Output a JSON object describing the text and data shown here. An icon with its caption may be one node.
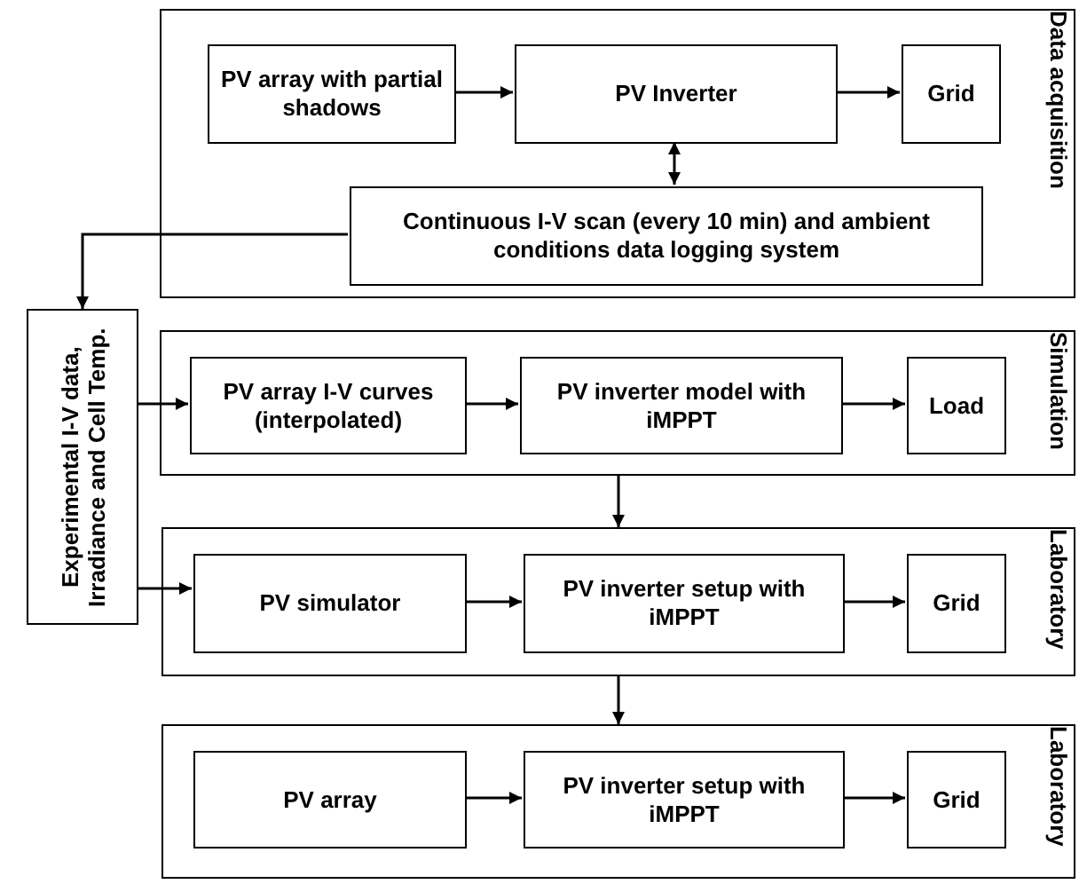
{
  "diagram": {
    "nodes": [
      {
        "text": [
          "Data acquisition"
        ]
      },
      {
        "text": [
          "PV array with partial shadows"
        ],
        "in": 0
      },
      {
        "text": [
          "PV Inverter"
        ],
        "in": 0
      },
      {
        "text": [
          "Grid"
        ],
        "in": 0
      },
      {
        "text": [
          "Continuous I-V scan (every 10 min) and ambient conditions data logging system"
        ],
        "in": 0
      },
      {
        "text": [
          "Experimental I-V data, Irradiance and Cell Temp."
        ]
      },
      {
        "text": [
          "Simulation"
        ]
      },
      {
        "text": [
          "PV array I-V curves (interpolated)"
        ],
        "in": 6
      },
      {
        "text": [
          "PV inverter model with iMPPT"
        ],
        "in": 6
      },
      {
        "text": [
          "Load"
        ],
        "in": 6
      },
      {
        "text": [
          "Laboratory"
        ]
      },
      {
        "text": [
          "PV simulator"
        ],
        "in": 10
      },
      {
        "text": [
          "PV inverter setup with iMPPT"
        ],
        "in": 10
      },
      {
        "text": [
          "Grid"
        ],
        "in": 10
      },
      {
        "text": [
          "Laboratory"
        ]
      },
      {
        "text": [
          "PV array"
        ],
        "in": 14
      },
      {
        "text": [
          "PV inverter setup with iMPPT"
        ],
        "in": 14
      },
      {
        "text": [
          "Grid"
        ],
        "in": 14
      }
    ],
    "edges": [
      {
        "from": 1,
        "to": 2,
        "arrow": "to"
      },
      {
        "from": 2,
        "to": 3,
        "arrow": "to"
      },
      {
        "from": 2,
        "to": 4,
        "arrow": "both"
      },
      {
        "from": 4,
        "to": 5,
        "arrow": "to"
      },
      {
        "from": 5,
        "to": 7,
        "arrow": "to"
      },
      {
        "from": 7,
        "to": 8,
        "arrow": "to"
      },
      {
        "from": 8,
        "to": 9,
        "arrow": "to"
      },
      {
        "from": 5,
        "to": 11,
        "arrow": "to"
      },
      {
        "from": 6,
        "to": 10,
        "arrow": "to"
      },
      {
        "from": 11,
        "to": 12,
        "arrow": "to"
      },
      {
        "from": 12,
        "to": 13,
        "arrow": "to"
      },
      {
        "from": 10,
        "to": 14,
        "arrow": "to"
      },
      {
        "from": 15,
        "to": 16,
        "arrow": "to"
      },
      {
        "from": 16,
        "to": 17,
        "arrow": "to"
      }
    ]
  }
}
